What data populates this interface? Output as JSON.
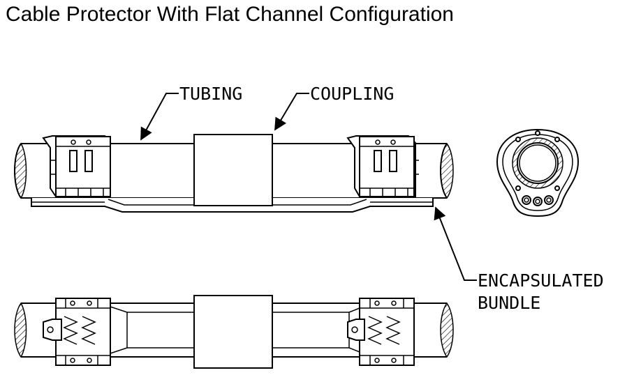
{
  "title": "Cable Protector With Flat Channel Configuration",
  "labels": {
    "tubing": "TUBING",
    "coupling": "COUPLING",
    "encapsulated_line1": "ENCAPSULATED",
    "encapsulated_line2": "BUNDLE"
  },
  "colors": {
    "line": "#000000",
    "background": "#ffffff"
  }
}
